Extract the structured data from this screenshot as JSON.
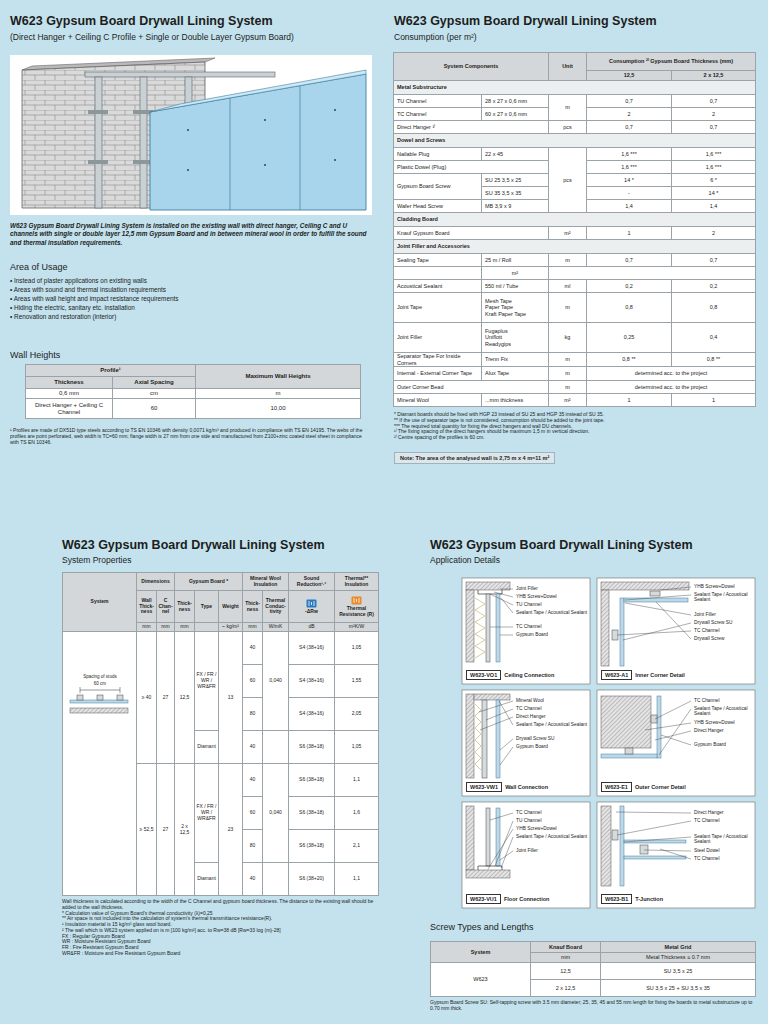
{
  "diagram": {
    "title": "W623 Gypsum Board Drywall Lining System",
    "nodes": [
      {
        "text": [
          "Note: The area of the analysed wall is 2,75 m x 4 m=11 m²"
        ]
      },
      {
        "text": [
          "W623-VO1",
          "Ceiling Connection"
        ]
      },
      {
        "text": [
          "W623-A1",
          "Inner Corner Detail"
        ]
      },
      {
        "text": [
          "W623-VW1",
          "Wall Connection"
        ]
      },
      {
        "text": [
          "W623-E1",
          "Outer Corner Detail"
        ]
      },
      {
        "text": [
          "W623-VU1",
          "Floor Connection"
        ]
      },
      {
        "text": [
          "W623-B1",
          "T-Junction"
        ]
      }
    ],
    "labels": [
      "(Direct Hanger + Ceiling C Profile + Single or Double Layer Gypsum Board)",
      "W623 Gypsum Board Drywall Lining System is installed on the existing wall with direct hanger, Ceiling C and U channels with single or double layer 12,5 mm Gypsum Board and in between mineral wool in order to fulfill the sound and thermal insulation requirements.",
      "Area of Usage",
      "• Instead of plaster applications on existing walls",
      "• Areas with sound and thermal insulation requirements",
      "• Areas with wall height and impact resistance requirements",
      "• Hiding the electric, sanitary etc. installation",
      "• Renovation and restoration (interior)",
      "Wall Heights",
      "Profile¹",
      "Maximum Wall Heights",
      "Thickness",
      "Axial Spacing",
      "0,6 mm",
      "cm",
      "m",
      "Direct Hanger + Ceiling C Channel",
      "60",
      "10,00",
      "¹ Profiles are made of DX51D type steels according to TS EN 10346 with density 0,0071 kg/m³ and produced in compliance with TS EN 14195. The webs of the profiles are point perforated, web width is TC=60 mm; flange width is 27 mm from one side and manufactured from Z100+zinc coated steel sheet in compliance with TS EN 10346.",
      "W623 Gypsum Board Drywall Lining System",
      "Consumption (per m²)",
      "System Components",
      "Unit",
      "Consumption ²⁾ Gypsum Board Thickness (mm)",
      "12,5",
      "2 x 12,5",
      "Metal Substructure",
      "TU Channel",
      "28 x 27 x 0,6 mm",
      "m",
      "0,7",
      "0,7",
      "TC Channel",
      "60 x 27 x 0,6 mm",
      "2",
      "2",
      "Direct Hanger ¹⁾",
      "pcs",
      "0,7",
      "0,7",
      "Dowel and Screws",
      "Nailable Plug",
      "22 x 45",
      "pcs",
      "1,6 ***",
      "1,6 ***",
      "Plastic Dowel (Plug)",
      "1,6 ***",
      "1,6 ***",
      "Gypsum Board Screw",
      "SU 25 3,5 x 25",
      "14 *",
      "6 *",
      "SU 35 3,5 x 35",
      "-",
      "14 *",
      "Wafer Head Screw",
      "MB 3,9 x 9",
      "1,4",
      "1,4",
      "Cladding Board",
      "Knauf Gypsum Board",
      "m²",
      "1",
      "2",
      "Joint Filler and Accessories",
      "Sealing Tape",
      "25 m / Roll",
      "m",
      "0,7",
      "0,7",
      "m²",
      "Acoustical Sealant",
      "550 ml / Tube",
      "ml",
      "0,2",
      "0,2",
      "Joint Tape",
      "Mesh Tape",
      "Paper Tape",
      "Kraft Paper Tape",
      "m",
      "0,8",
      "0,8",
      "Joint Filler",
      "Fugaplus",
      "Uniflott",
      "Readygips",
      "kg",
      "0,25",
      "0,4",
      "Separator Tape For Inside Corners",
      "Trenn Fix",
      "m",
      "0,8 **",
      "0,8 **",
      "Internal - External Corner Tape",
      "Alux Tape",
      "m",
      "determined acc. to the project",
      "Outer Corner Bead",
      "m",
      "determined acc. to the project",
      "Mineral Wool",
      "...mm thickness",
      "m²",
      "1",
      "1",
      "* Diamant boards should be fixed with HGP 23 instead of SU 25 and HGP 35 instead of SU 35.",
      "** If the use of separator tape is not considered, consumption should be added to the joint tape.",
      "*** The required total quantity for fixing the direct hangers and wall DU channels.",
      "¹⁾ The fixing spacing of the direct hangers should be maximum 1,5 m in vertical direction.",
      "²⁾ Centre spacing of the profiles is 60 cm.",
      "W623 Gypsum Board Drywall Lining System",
      "System Properties",
      "System",
      "Dimensions",
      "Gypsum Board *",
      "Mineral Wool Insulation",
      "Sound Reduction¹·²",
      "Thermal** Insulation",
      "Wall Thick-ness",
      "C Chan-nel",
      "Thick-ness",
      "Type",
      "Weight",
      "Thick-ness",
      "Thermal Conduc-tivity",
      "-ΔRw",
      "Thermal Resistance (R)",
      "mm",
      "mm",
      "mm",
      "~ kg/m²",
      "mm",
      "W/mK",
      "dB",
      "m²K/W",
      "≥ 40",
      "27",
      "12,5",
      "FX / FR / WR / WR&FR",
      "13",
      "40",
      "0,040",
      "S4 (38+16)",
      "1,05",
      "60",
      "S4 (38+16)",
      "1,55",
      "80",
      "S4 (38+16)",
      "2,05",
      "Diamant",
      "40",
      "S6 (38+18)",
      "1,05",
      "≥ 52,5",
      "27",
      "2 x 12,5",
      "FX / FR / WR / WR&FR",
      "23",
      "40",
      "0,040",
      "S6 (38+18)",
      "1,1",
      "60",
      "S6 (38+18)",
      "1,6",
      "80",
      "S6 (38+18)",
      "2,1",
      "Diamant",
      "40",
      "S6 (38+20)",
      "1,1",
      "Spacing of studs",
      "60 cm",
      "Wall thickness is calculated according to the width of the C Channel and gypsum board thickness. The distance to the existing wall should be added to the wall thickness.",
      "* Calculation value of Gypsum Board's thermal conductivity (λ)=0,25",
      "** Air space is not included into the calculation of system's thermal transmittance resistance(R).",
      "¹ Insulation material is 15 kg/m³ glass wool board.",
      "² The wall which is W623 system applied on is m [100 kg/m²] acc. to Rw=38 dB [Rw=33 log (m)-28]",
      "FX : Regular Gypsum Board",
      "WR : Moisture Resistant Gypsum Board",
      "FR : Fire Resistant Gypsum Board",
      "WR&FR : Moisture and Fire Resistant Gypsum Board",
      "W623 Gypsum Board Drywall Lining System",
      "Application Details",
      "Joint Filler",
      "YHB Screw+Dowel",
      "TU Channel",
      "Sealant Tape / Acoustical Sealant",
      "TC Channel",
      "Gypsum Board",
      "YHB Screw+Dowel",
      "Sealant Tape / Acoustical Sealant",
      "Joint Filler",
      "Drywall Screw SU",
      "TC Channel",
      "Drywall Screw",
      "Mineral Wool",
      "TC Channel",
      "Direct Hanger",
      "Sealant Tape / Acoustical Sealant",
      "Drywall Screw SU",
      "Gypsum Board",
      "TC Channel",
      "Sealant Tape / Acoustical Sealant",
      "YHB Screw+Dowel",
      "Direct Hanger",
      "Gypsum Board",
      "TC Channel",
      "TU Channel",
      "YHB Screw+Dowel",
      "Sealant Tape / Acoustical Sealant",
      "Joint Filler",
      "Direct Hanger",
      "TC Channel",
      "Sealant Tape / Acoustical Sealant",
      "Steel Dowel",
      "TC Channel",
      "Screw Types and Lengths",
      "System",
      "Knauf Board",
      "Metal Grid",
      "mm",
      "Metal Thickness ≤ 0.7 mm",
      "W623",
      "12,5",
      "SU 3,5 x 25",
      "2 x 12,5",
      "SU 3,5 x 25 + SU 3,5 x 35",
      "Gypsum Board Screw SU: Self-tapping screw with 3.5 mm diameter; 25, 35, 45 and 55 mm length for fixing the boards to metal substructure up to 0.70 mm thick."
    ]
  }
}
